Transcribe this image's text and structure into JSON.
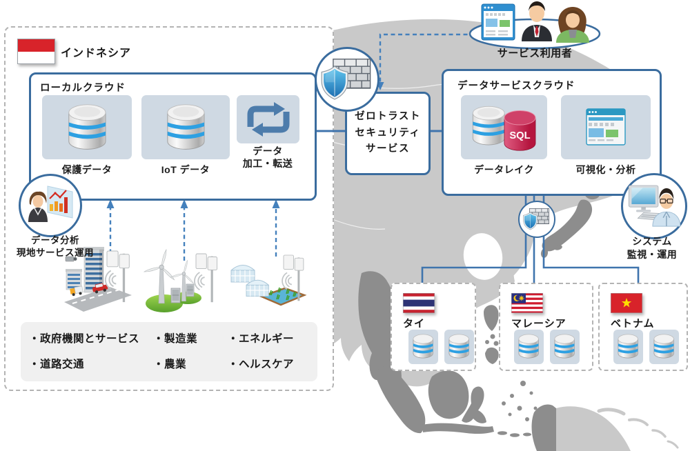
{
  "colors": {
    "accent_blue": "#3a6c9e",
    "line_blue": "#3f74ad",
    "panel_blue": "#cfd9e3",
    "map_gray": "#c9c9c9",
    "map_highlight_gray": "#8d8d8d",
    "flag_red": "#d8232a",
    "sql_red": "#b5163f",
    "shield_blue": "#1a6cb0",
    "text": "#1a1a1a"
  },
  "indonesia": {
    "label": "インドネシア",
    "flag_icon": "indonesia-flag",
    "local_cloud": {
      "title": "ローカルクラウド",
      "items": [
        {
          "label": "保護データ",
          "icon": "database-icon"
        },
        {
          "label": "IoT データ",
          "icon": "database-icon"
        },
        {
          "label": "データ\n加工・転送",
          "icon": "transfer-arrows-icon"
        }
      ]
    },
    "analyst": {
      "label": "データ分析\n現地サービス運用",
      "icon": "analyst-chart-icon"
    },
    "industry_icons": [
      "city-traffic-icon",
      "wind-energy-icon",
      "greenhouse-agriculture-icon"
    ],
    "industries": {
      "row1": [
        "・政府機関とサービス",
        "・製造業",
        "・エネルギー"
      ],
      "row2": [
        "・道路交通",
        "・農業",
        "・ヘルスケア"
      ]
    }
  },
  "zero_trust": {
    "label": "ゼロトラスト\nセキュリティ\nサービス",
    "icon": "firewall-shield-icon"
  },
  "service_users": {
    "label": "サービス利用者",
    "icons": [
      "browser-window-icon",
      "businessman-icon",
      "businesswoman-icon"
    ]
  },
  "data_service_cloud": {
    "title": "データサービスクラウド",
    "items": [
      {
        "label": "データレイク",
        "sql": "SQL",
        "icon": "database-sql-icon"
      },
      {
        "label": "可視化・分析",
        "icon": "dashboard-window-icon"
      }
    ]
  },
  "monitoring": {
    "label": "システム\n監視・運用",
    "icon": "engineer-computer-icon"
  },
  "gateway_icons": [
    "firewall-shield-icon",
    "firewall-shield-icon"
  ],
  "countries": [
    {
      "name": "タイ",
      "flag_icon": "thailand-flag",
      "db_icons": [
        "database-icon",
        "database-icon"
      ]
    },
    {
      "name": "マレーシア",
      "flag_icon": "malaysia-flag",
      "db_icons": [
        "database-icon",
        "database-icon"
      ]
    },
    {
      "name": "ベトナム",
      "flag_icon": "vietnam-flag",
      "db_icons": [
        "database-icon",
        "database-icon"
      ]
    }
  ]
}
